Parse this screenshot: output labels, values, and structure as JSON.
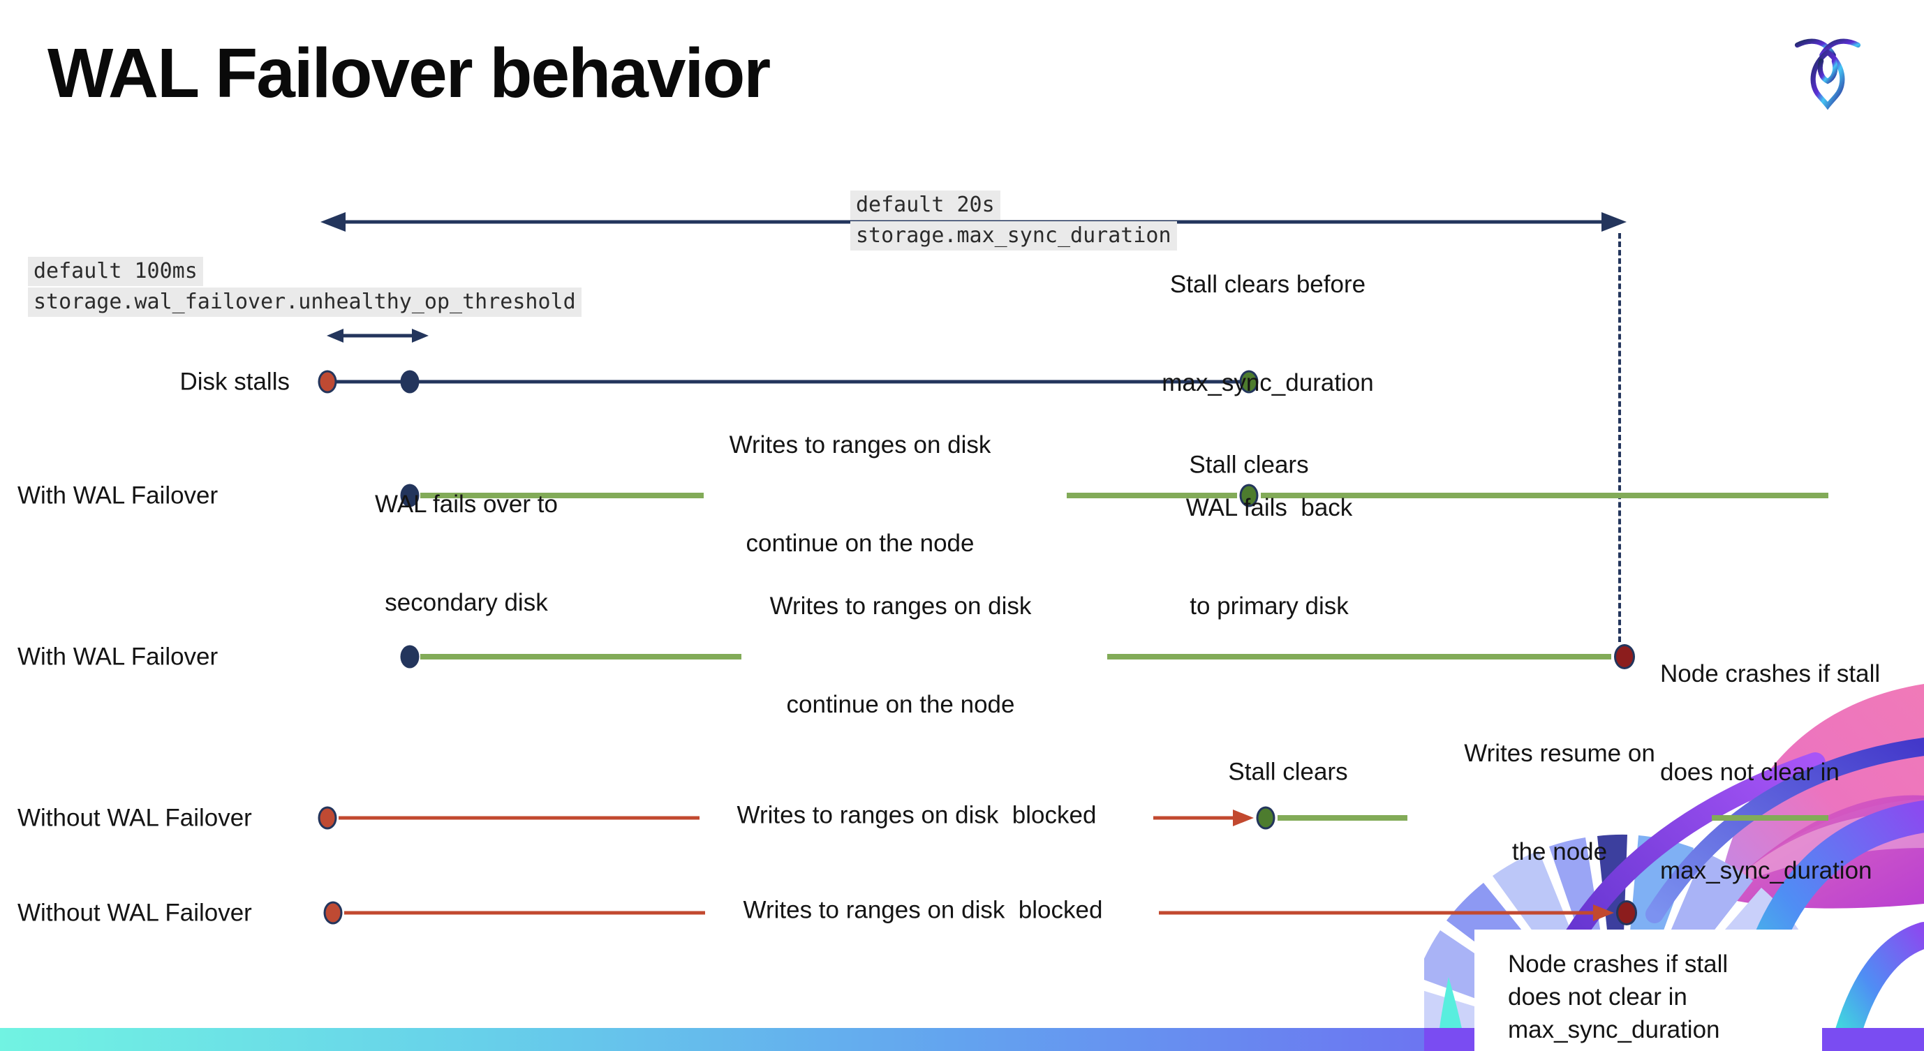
{
  "title": "WAL Failover behavior",
  "logo": {
    "name": "cockroachdb-logo"
  },
  "config_labels": {
    "max_sync": {
      "line1": "default 20s",
      "line2": "storage.max_sync_duration"
    },
    "unhealthy_op": {
      "line1": "default 100ms",
      "line2": "storage.wal_failover.unhealthy_op_threshold"
    }
  },
  "rows": {
    "disk_stalls": {
      "label": "Disk stalls",
      "note_line1": "Stall clears before",
      "note_line2": "max_sync_duration"
    },
    "with_wal_1": {
      "label": "With WAL Failover",
      "writes_line1": "Writes to ranges on disk",
      "writes_line2": "continue on the node",
      "stall_clears": "Stall clears",
      "fails_over_line1": "WAL fails over to",
      "fails_over_line2": "secondary disk",
      "fails_back_line1": "WAL fails  back",
      "fails_back_line2": "to primary disk"
    },
    "with_wal_2": {
      "label": "With WAL Failover",
      "writes_line1": "Writes to ranges on disk",
      "writes_line2": "continue on the node",
      "crash_line1": "Node crashes if stall",
      "crash_line2": "does not clear in",
      "crash_line3": "max_sync_duration"
    },
    "without_wal_1": {
      "label": "Without WAL Failover",
      "writes_blocked": "Writes to ranges on disk  blocked",
      "stall_clears": "Stall clears",
      "resume_line1": "Writes resume on",
      "resume_line2": "the node"
    },
    "without_wal_2": {
      "label": "Without WAL Failover",
      "writes_blocked": "Writes to ranges on disk  blocked",
      "crash_line1": "Node crashes if stall",
      "crash_line2": "does not clear in",
      "crash_line3": "max_sync_duration"
    }
  },
  "colors": {
    "navy": "#23355c",
    "green_line": "#82ab58",
    "green_dot": "#4d7c2e",
    "red_line": "#c2492f",
    "red_dot": "#bf4a33",
    "dark_red": "#8c1d1d",
    "label_bg": "#eaeaea",
    "bar_gradient_left": "#71f3e2",
    "bar_gradient_right": "#7b46f2"
  }
}
